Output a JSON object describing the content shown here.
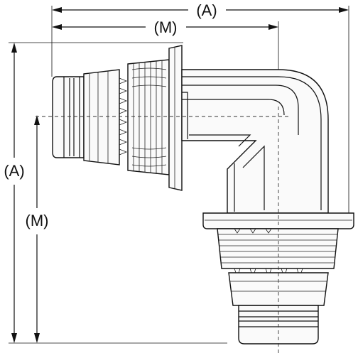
{
  "dimensions": {
    "top_outer_label": "(A)",
    "top_inner_label": "(M)",
    "left_outer_label": "(A)",
    "left_inner_label": "(M)"
  }
}
